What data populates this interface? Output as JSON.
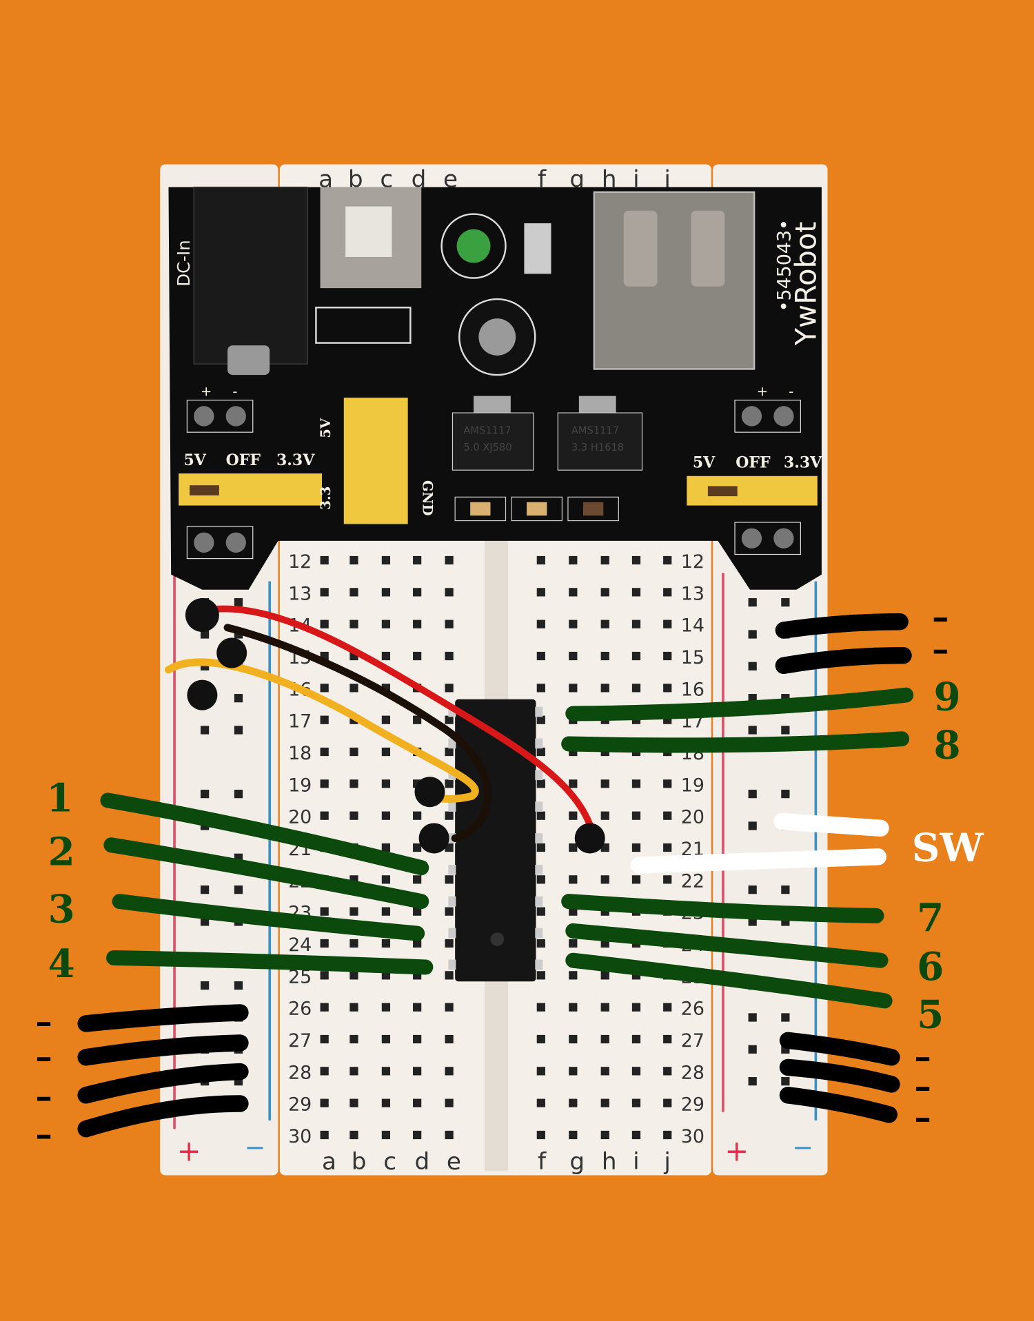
{
  "colors": {
    "background": "#e8801c",
    "board": "#f2ede6",
    "pcb": "#0d0d0d",
    "annotation_green": "#0b4a0c",
    "annotation_black": "#000000",
    "annotation_white": "#ffffff",
    "rail_red": "#e0506a",
    "rail_blue": "#3a90c8"
  },
  "breadboard": {
    "columns_left": [
      "a",
      "b",
      "c",
      "d",
      "e"
    ],
    "columns_right": [
      "f",
      "g",
      "h",
      "i",
      "j"
    ],
    "rows": [
      "12",
      "13",
      "14",
      "15",
      "16",
      "17",
      "18",
      "19",
      "20",
      "21",
      "22",
      "23",
      "24",
      "25",
      "26",
      "27",
      "28",
      "29",
      "30"
    ],
    "rail_plus": "+",
    "rail_minus": "−"
  },
  "power_module": {
    "dc_in": "DC-In",
    "brand": "YwRobot",
    "model": "•545043•",
    "jumper_labels": [
      "5V",
      "OFF",
      "3.3V"
    ],
    "header_labels": {
      "top": "5V",
      "bottom": "3.3",
      "side": "GND"
    },
    "pin_plus": "+",
    "pin_minus": "-",
    "regulator_1": [
      "AMS1117",
      "5.0 XJ580"
    ],
    "regulator_2": [
      "AMS1117",
      "3.3 H1618"
    ]
  },
  "annotations": {
    "left_pins": [
      "1",
      "2",
      "3",
      "4"
    ],
    "right_pins": [
      "9",
      "8",
      "7",
      "6",
      "5"
    ],
    "switch": "SW",
    "ground_marks_left": [
      "–",
      "–",
      "–",
      "–"
    ],
    "ground_marks_right_top": [
      "–",
      "–"
    ],
    "ground_marks_right_bottom": [
      "–",
      "–",
      "–"
    ]
  }
}
